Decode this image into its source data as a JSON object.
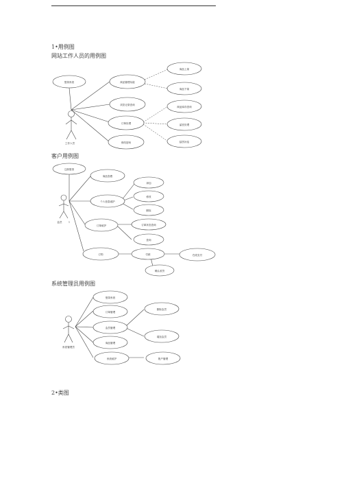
{
  "headings": {
    "section_1": "1•用例图",
    "staff_title": "网站工作人员的用例图",
    "customer_title": "客户用例图",
    "admin_title": "系统管理员用例图",
    "section_2": "2•类图"
  },
  "staff_diagram": {
    "actor": "工作人员",
    "use_cases": [
      "登录系统",
      "商品管理功能",
      "商品上架",
      "商品下架",
      "浏览记录查询",
      "商品库存查询",
      "订单处理",
      "留言处理",
      "修改密码",
      "缺货补给"
    ]
  },
  "customer_diagram": {
    "actor": "会员",
    "actor_note": "1",
    "use_cases": [
      "注册登录",
      "商品查看",
      "个人信息维护",
      "添加",
      "修改",
      "删除",
      "订单维护",
      "订单状态查询",
      "查询",
      "订购",
      "付款",
      "在线支付",
      "确认收货"
    ]
  },
  "admin_diagram": {
    "actor": "系统管理员",
    "use_cases": [
      "登录系统",
      "订单管理",
      "会员管理",
      "删除会员",
      "增加会员",
      "商品管理",
      "系统维护",
      "账户管理"
    ]
  }
}
